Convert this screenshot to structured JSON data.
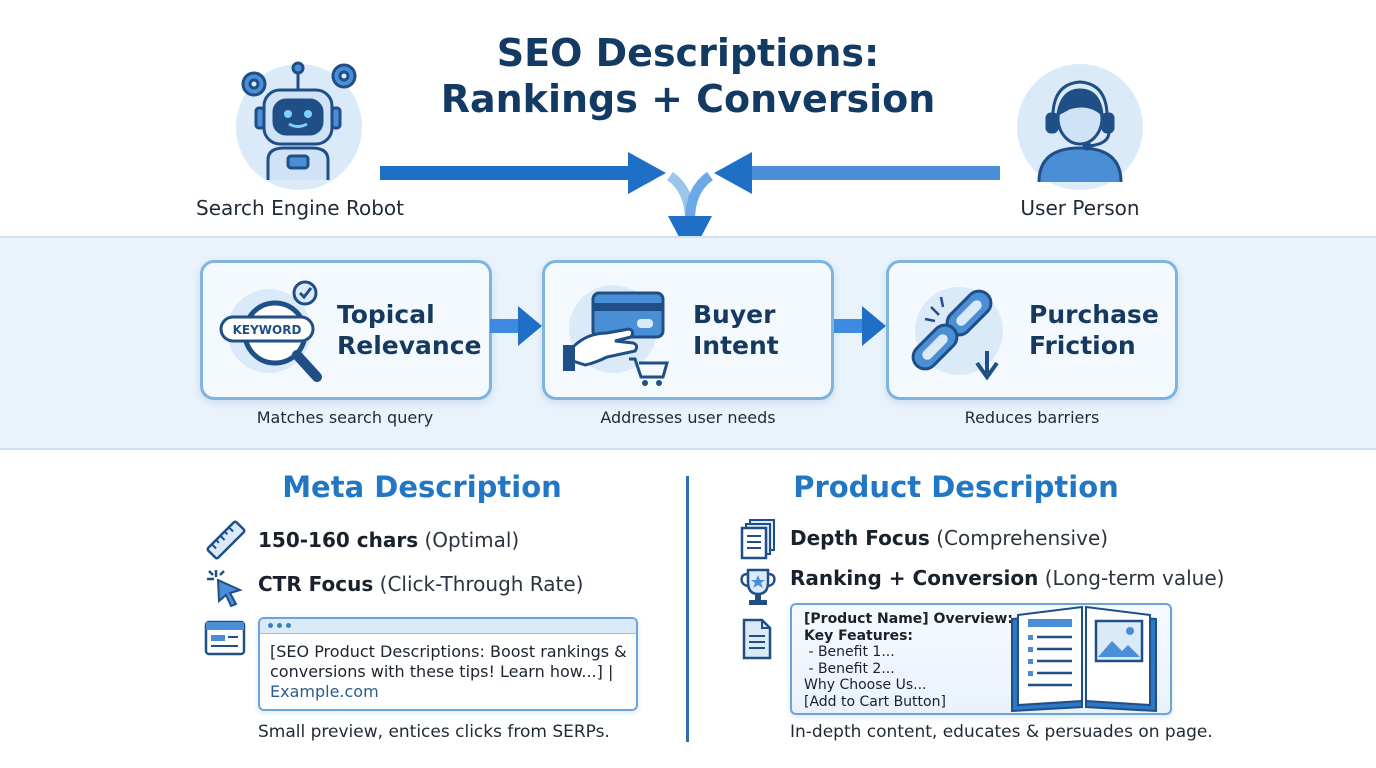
{
  "title": {
    "line1": "SEO Descriptions:",
    "line2": "Rankings + Conversion"
  },
  "actors": {
    "robot": {
      "caption": "Search Engine Robot",
      "icon": "robot-icon"
    },
    "user": {
      "caption": "User Person",
      "icon": "headset-user-icon"
    }
  },
  "pillars": [
    {
      "line1": "Topical",
      "line2": "Relevance",
      "caption": "Matches search query",
      "icon": "keyword-magnifier-icon",
      "badge": "KEYWORD"
    },
    {
      "line1": "Buyer",
      "line2": "Intent",
      "caption": "Addresses user needs",
      "icon": "card-cart-icon"
    },
    {
      "line1": "Purchase",
      "line2": "Friction",
      "caption": "Reduces barriers",
      "icon": "broken-chain-icon"
    }
  ],
  "meta": {
    "title": "Meta Description",
    "items": [
      {
        "bold": "150-160 chars",
        "paren": "(Optimal)",
        "icon": "ruler-icon"
      },
      {
        "bold": "CTR Focus",
        "paren": "(Click-Through Rate)",
        "icon": "cursor-click-icon"
      }
    ],
    "preview": {
      "line1": "[SEO Product Descriptions: Boost rankings &",
      "line2": "conversions with these tips! Learn how...] |",
      "url": "Example.com",
      "icon": "browser-window-icon"
    },
    "footnote": "Small preview, entices clicks from SERPs."
  },
  "product": {
    "title": "Product Description",
    "items": [
      {
        "bold": "Depth Focus",
        "paren": "(Comprehensive)",
        "icon": "documents-stack-icon"
      },
      {
        "bold": "Ranking + Conversion",
        "paren": "(Long-term value)",
        "icon": "trophy-icon"
      }
    ],
    "sample": {
      "line1": "[Product Name] Overview:",
      "line2": "Key Features:",
      "line3": " - Benefit 1...",
      "line4": " - Benefit 2...",
      "line5": "Why Choose Us...",
      "line6": "[Add to Cart Button]",
      "icon": "document-icon"
    },
    "footnote": "In-depth content, educates & persuades on page."
  },
  "colors": {
    "accent": "#2177c4",
    "title": "#123a63",
    "band": "#eaf3fc",
    "card_border": "#7fb4e0"
  }
}
